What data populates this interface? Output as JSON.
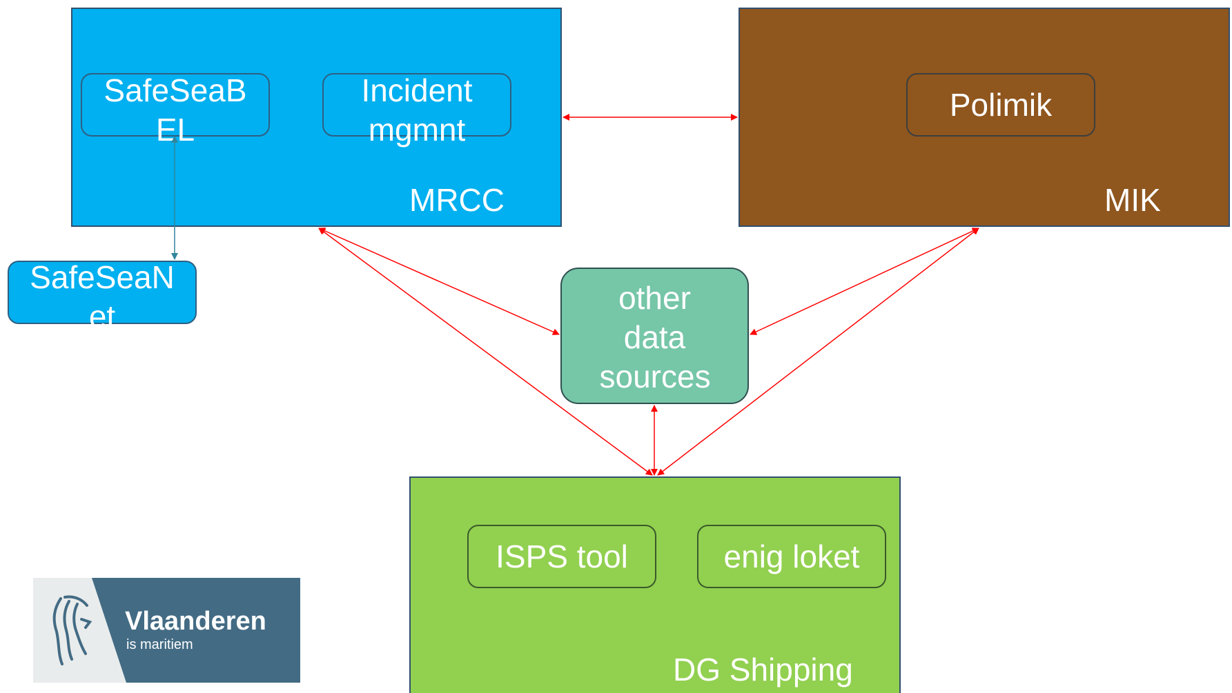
{
  "colors": {
    "mrcc": "#00b0f0",
    "mik": "#8f561e",
    "dg_shipping": "#92d050",
    "other_sources": "#76c6a8",
    "arrow_red": "#ff0000",
    "arrow_teal": "#31859c",
    "logo_dark": "#436b84",
    "logo_light": "#e9ecec"
  },
  "mrcc": {
    "label": "MRCC",
    "safeseabel": "SafeSeaBEL",
    "incident": "Incident mgmnt"
  },
  "mik": {
    "label": "MIK",
    "polimik": "Polimik"
  },
  "dg_shipping": {
    "label": "DG Shipping",
    "isps": "ISPS tool",
    "enig_loket": "enig loket"
  },
  "safeseanet": "SafeSeaNet",
  "other_sources": "other data sources",
  "logo": {
    "brand": "Vlaanderen",
    "tagline": "is maritiem",
    "icon": "flemish-lion-icon"
  }
}
